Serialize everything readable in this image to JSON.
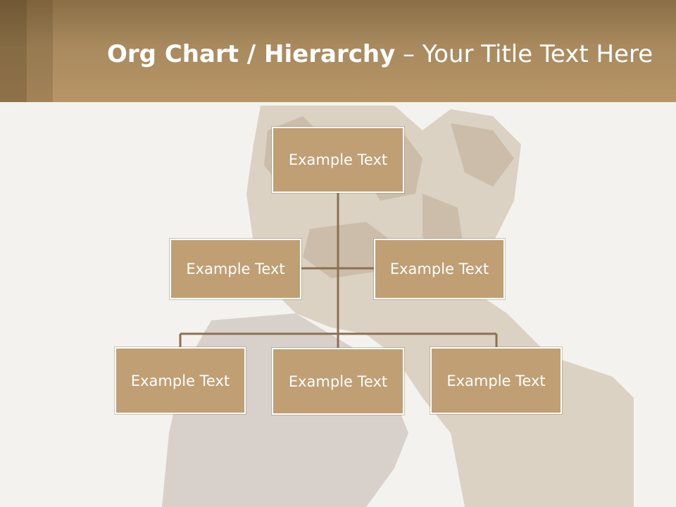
{
  "slide": {
    "title_bold": "Org Chart / Hierarchy",
    "title_rest": "– Your Title Text Here"
  },
  "org_chart": {
    "root": "Example Text",
    "assistants": [
      "Example Text",
      "Example Text"
    ],
    "children": [
      "Example Text",
      "Example Text",
      "Example Text"
    ]
  },
  "colors": {
    "header": "#b79566",
    "box_fill": "#bf9f73",
    "connector": "#8c7050",
    "background": "#f4f2ee"
  }
}
